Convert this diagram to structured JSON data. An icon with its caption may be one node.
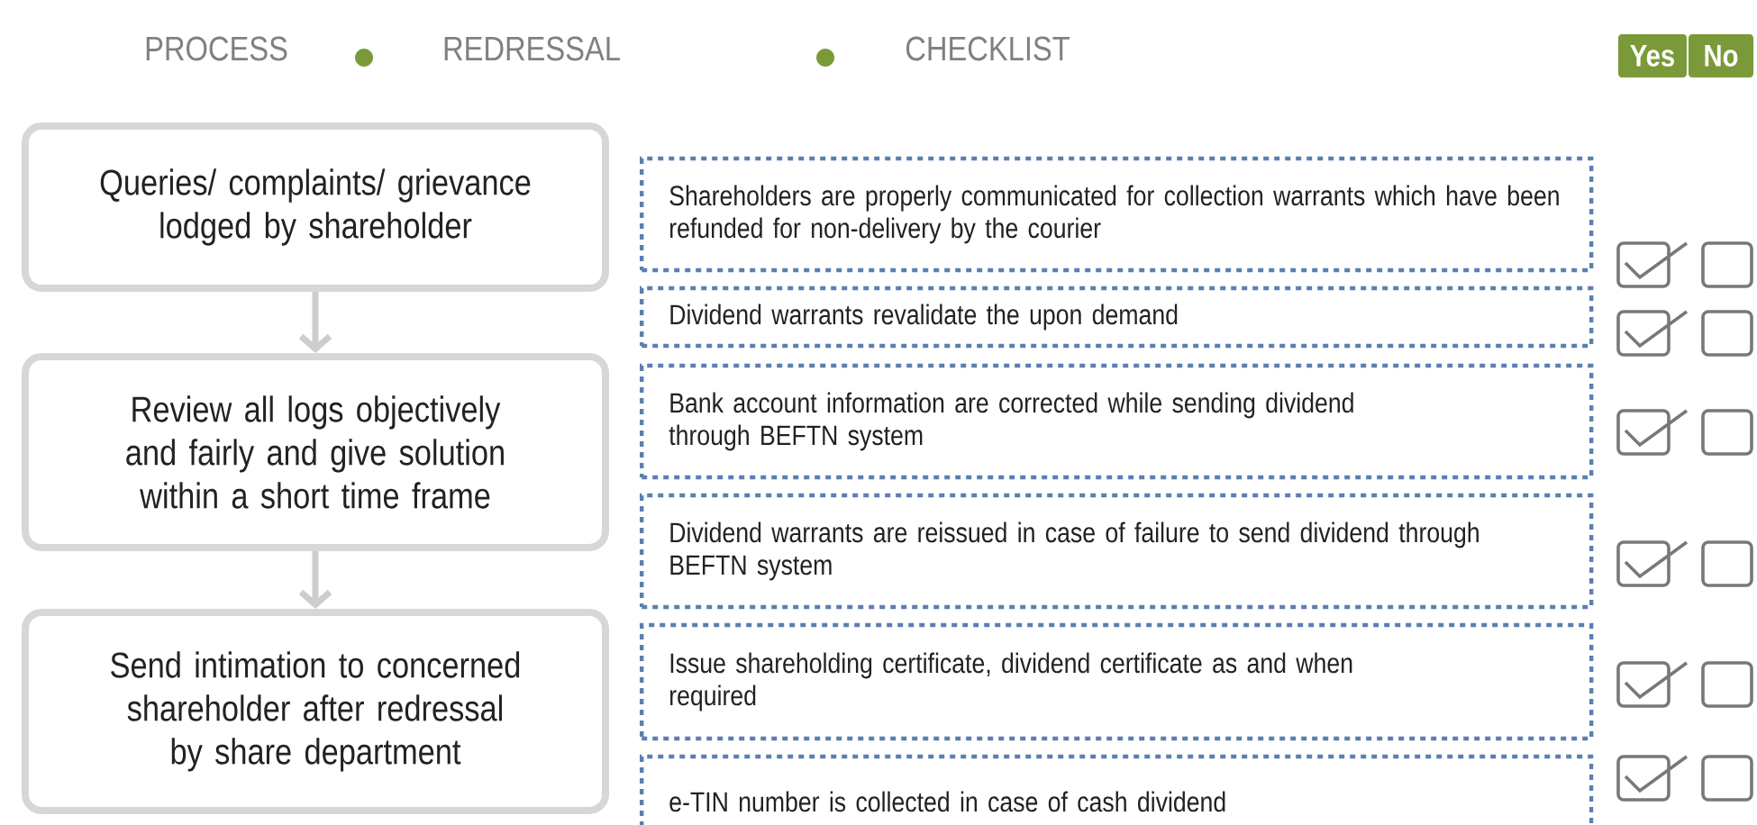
{
  "diagram": {
    "nodes": [
      {
        "text": [
          "Yes"
        ]
      },
      {
        "text": [
          "No"
        ]
      },
      {
        "text": [
          "Queries/ complaints/ grievance lodged by shareholder"
        ]
      },
      {
        "text": [
          "Review all logs objectively and fairly and give solution within a short time frame"
        ]
      },
      {
        "text": [
          "Send intimation to concerned shareholder after redressal by share department"
        ]
      },
      {
        "text": [
          "Shareholders are properly communicated for collection warrants which have been  refunded for non-delivery by the courier"
        ]
      },
      {
        "text": [
          "Dividend warrants revalidate the upon demand"
        ]
      },
      {
        "text": [
          "Bank account information are corrected while sending dividend through BEFTN system"
        ]
      },
      {
        "text": [
          "Dividend warrants are reissued in case of failure to send dividend through BEFTN system"
        ]
      },
      {
        "text": [
          "Issue shareholding certificate, dividend certificate as and when required"
        ]
      },
      {
        "text": [
          "e-TIN number is collected in case of cash dividend"
        ]
      }
    ],
    "edges": [
      {
        "from": 2,
        "to": 3,
        "arrow": "to"
      },
      {
        "from": 3,
        "to": 4,
        "arrow": "to"
      }
    ],
    "labels": [
      "PROCESS",
      "REDRESSAL",
      "CHECKLIST"
    ]
  }
}
